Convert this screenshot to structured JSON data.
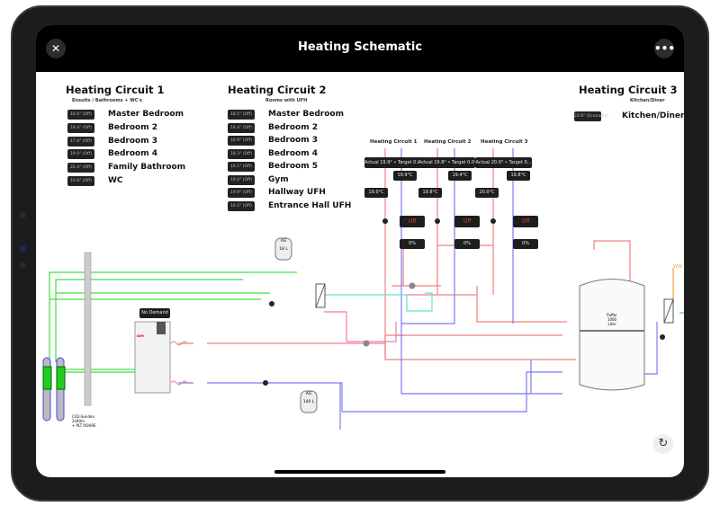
{
  "header": {
    "title": "Heating Schematic",
    "close_icon": "close-icon",
    "more_icon": "ellipsis-icon"
  },
  "circuit1": {
    "title": "Heating Circuit 1",
    "subtitle": "Ensuits / Bathrooms + WC's",
    "rooms": [
      {
        "temp": "18.6° (Off)",
        "name": "Master Bedroom"
      },
      {
        "temp": "18.4° (Off)",
        "name": "Bedroom 2"
      },
      {
        "temp": "17.8° (Off)",
        "name": "Bedroom 3"
      },
      {
        "temp": "19.0° (Off)",
        "name": "Bedroom 4"
      },
      {
        "temp": "22.4° (Off)",
        "name": "Family Bathroom"
      },
      {
        "temp": "19.8° (Off)",
        "name": "WC"
      }
    ]
  },
  "circuit2": {
    "title": "Heating Circuit 2",
    "subtitle": "Rooms with UFH",
    "rooms": [
      {
        "temp": "18.5° (Off)",
        "name": "Master Bedroom"
      },
      {
        "temp": "18.4° (Off)",
        "name": "Bedroom 2"
      },
      {
        "temp": "16.9° (Off)",
        "name": "Bedroom 3"
      },
      {
        "temp": "18.3° (Off)",
        "name": "Bedroom 4"
      },
      {
        "temp": "19.1° (Off)",
        "name": "Bedroom 5"
      },
      {
        "temp": "19.0° (Off)",
        "name": "Gym"
      },
      {
        "temp": "19.9° (Off)",
        "name": "Hallway UFH"
      },
      {
        "temp": "16.5° (Off)",
        "name": "Entrance Hall UFH"
      }
    ]
  },
  "circuit3": {
    "title": "Heating Circuit 3",
    "subtitle": "Kitchen/Diner",
    "rooms": [
      {
        "temp": "22.8°  (Economy)",
        "name": "Kitchen/Diner"
      }
    ]
  },
  "schematic": {
    "circuits": [
      {
        "label": "Heating Circuit 1",
        "status": "Actual 19.9° • Target 0.0°",
        "supply": "19.9°C",
        "return": "19.9°C",
        "pump": "Off",
        "valve": "0%"
      },
      {
        "label": "Heating Circuit 2",
        "status": "Actual 19.8° • Target 0.0°",
        "supply": "19.8°C",
        "return": "19.4°C",
        "pump": "Off",
        "valve": "0%"
      },
      {
        "label": "Heating Circuit 3",
        "status": "Actual 20.0° • Target 0...",
        "supply": "20.0°C",
        "return": "19.8°C",
        "pump": "Off",
        "valve": "0%"
      }
    ],
    "heatpump_status": "No Demand",
    "heatpump_brand": "IDM",
    "vessel1": {
      "top": "AG",
      "bottom": "18 L"
    },
    "vessel2": {
      "top": "AG",
      "bottom": "140 L"
    },
    "buffer": [
      "Puffer",
      "1000",
      "Liter"
    ],
    "probes": [
      "CO2-Sonden",
      "2x90m",
      "+ PLT ROHRE"
    ],
    "ww": "WW",
    "refresh_icon": "refresh-icon"
  },
  "colors": {
    "supply": "#f08080",
    "return": "#7b7bf0",
    "ground": "#44dd44",
    "cyan": "#66e0d0",
    "pink": "#f07ab0",
    "ww": "#f0a040"
  }
}
